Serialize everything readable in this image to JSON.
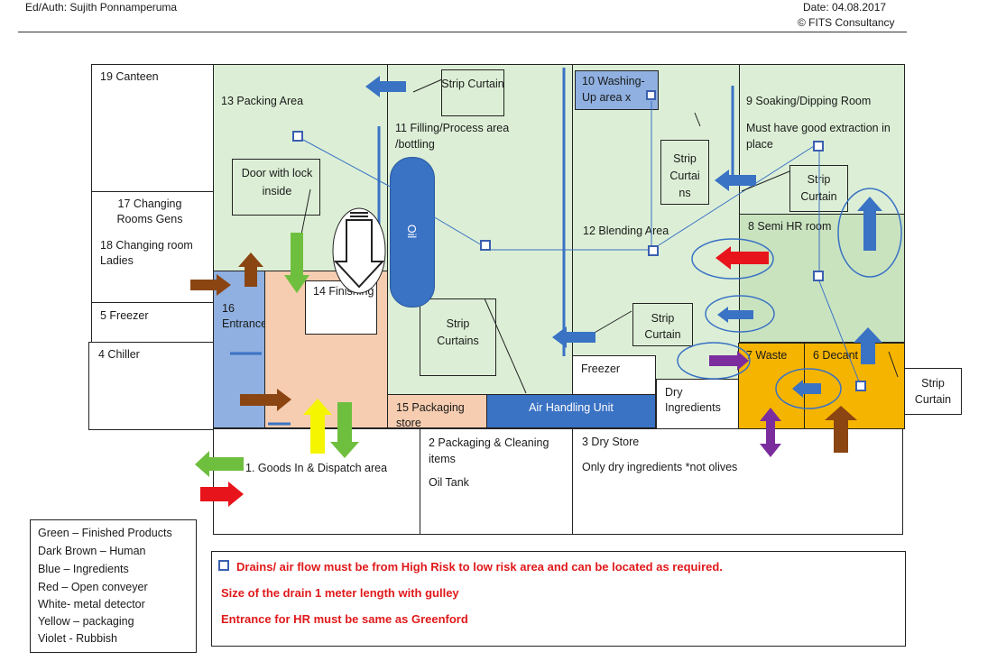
{
  "header": {
    "author": "Ed/Auth: Sujith Ponnamperuma",
    "date": "Date: 04.08.2017",
    "copyright": "© FITS Consultancy"
  },
  "rooms": {
    "canteen": "19 Canteen",
    "changing_gens": "17 Changing Rooms Gens",
    "changing_ladies": "18 Changing room Ladies",
    "freezer5": "5 Freezer",
    "chiller": "4 Chiller",
    "packing": "13 Packing Area",
    "door": "Door with lock inside",
    "filling": "11 Filling/Process area /bottling",
    "oil": "Oil",
    "washing": "10 Washing-Up area x",
    "soaking": "9 Soaking/Dipping Room",
    "soaking_note": "Must have good extraction in place",
    "blending": "12 Blending Area",
    "semi_hr": "8 Semi HR room",
    "entrance": "16 Entrance",
    "finishing": "14 Finishing",
    "packaging_store": "15 Packaging store",
    "ahu": "Air Handling Unit",
    "freezer": "Freezer",
    "dry_ingredients": "Dry Ingredients",
    "waste": "7 Waste",
    "decant": "6 Decant",
    "goods_in": "1.    Goods In & Dispatch area",
    "packaging_cleaning": "2 Packaging & Cleaning items",
    "oil_tank": "Oil Tank",
    "dry_store": "3 Dry Store",
    "dry_store_note": "Only dry ingredients *not olives"
  },
  "strip_curtains": {
    "top": "Strip Curtain",
    "mid": "Strip Curtai ns",
    "soaking": "Strip Curtain",
    "lower_left": "Strip Curtains",
    "lower_right": "Strip Curtain",
    "outside": "Strip Curtain"
  },
  "legend": [
    "Green – Finished Products",
    "Dark Brown – Human",
    "Blue – Ingredients",
    "Red – Open conveyer",
    "White- metal detector",
    "Yellow – packaging",
    "Violet - Rubbish"
  ],
  "notes": [
    "Drains/ air flow must be from High Risk to low risk area and can be located as required.",
    "Size of the drain 1 meter length with gulley",
    "Entrance for HR must be same as Greenford"
  ],
  "colors": {
    "green_arrow": "#6fbf3f",
    "brown_arrow": "#8b4513",
    "blue_arrow": "#3a72c4",
    "red_arrow": "#e8141b",
    "yellow_arrow": "#f5f500",
    "violet_arrow": "#7b2d9e"
  }
}
